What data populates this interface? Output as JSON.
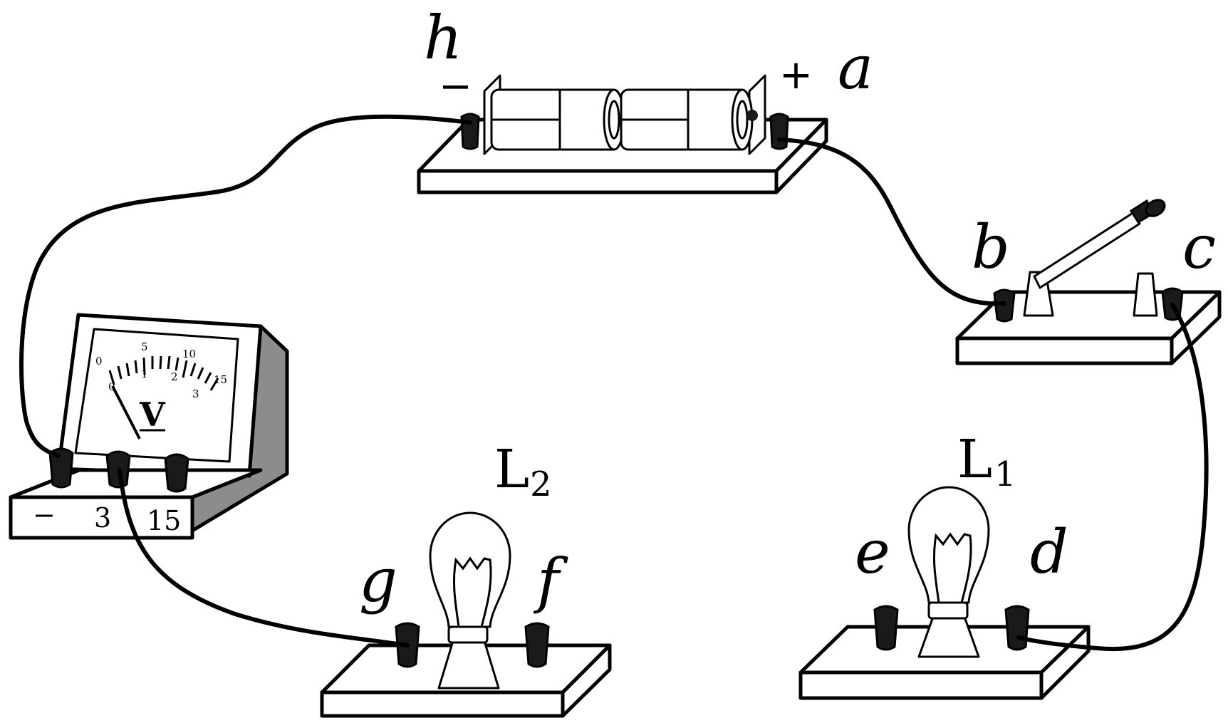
{
  "points": {
    "a": "a",
    "b": "b",
    "c": "c",
    "d": "d",
    "e": "e",
    "f": "f",
    "g": "g",
    "h": "h"
  },
  "battery": {
    "positive_sign": "+",
    "negative_sign": "−"
  },
  "lamps": {
    "L1": {
      "main": "L",
      "sub": "1"
    },
    "L2": {
      "main": "L",
      "sub": "2"
    }
  },
  "voltmeter": {
    "symbol": "V",
    "terminals": [
      "−",
      "3",
      "15"
    ],
    "outer_scale": [
      "0",
      "5",
      "10",
      "15"
    ],
    "inner_scale": [
      "0",
      "1",
      "2",
      "3"
    ]
  },
  "colors": {
    "ink": "#000000",
    "meter_side": "#8c8c8c",
    "knob": "#1a1a1a"
  }
}
